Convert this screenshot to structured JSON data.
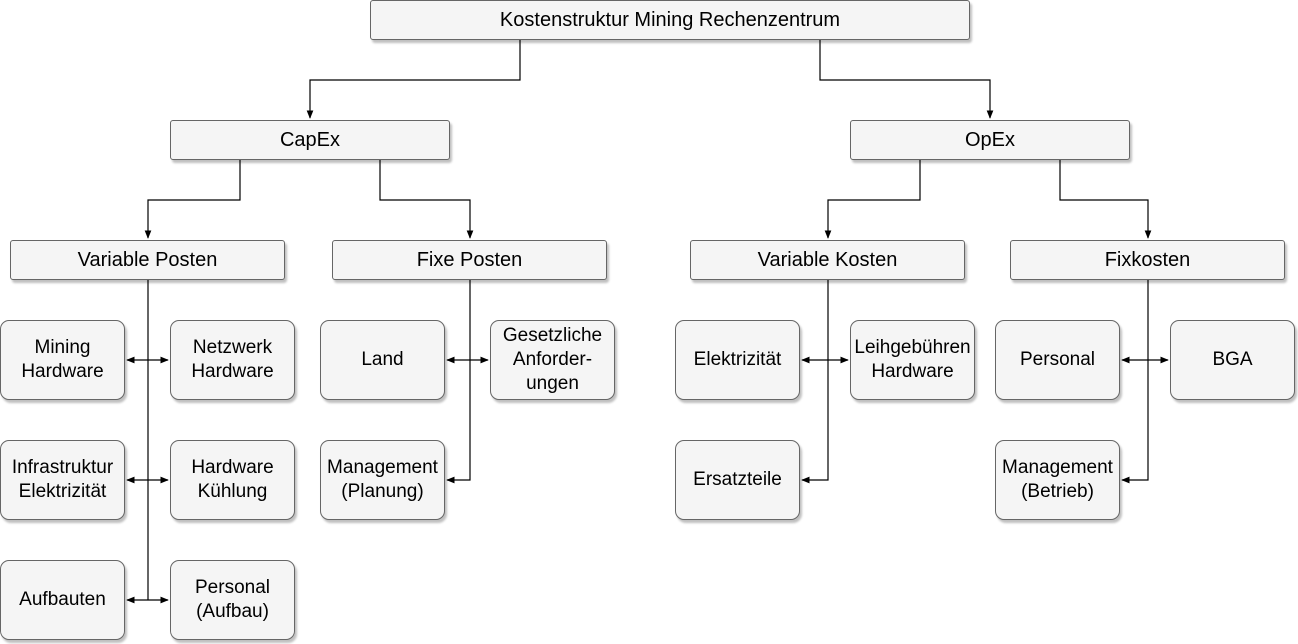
{
  "diagram": {
    "root": "Kostenstruktur Mining Rechenzentrum",
    "capex": {
      "label": "CapEx",
      "variable_posten": {
        "label": "Variable Posten",
        "items": [
          "Mining\nHardware",
          "Netzwerk\nHardware",
          "Infrastruktur\nElektrizität",
          "Hardware\nKühlung",
          "Aufbauten",
          "Personal\n(Aufbau)"
        ]
      },
      "fixe_posten": {
        "label": "Fixe Posten",
        "items": [
          "Land",
          "Gesetzliche\nAnforder-\nungen",
          "Management\n(Planung)"
        ]
      }
    },
    "opex": {
      "label": "OpEx",
      "variable_kosten": {
        "label": "Variable Kosten",
        "items": [
          "Elektrizität",
          "Leihgebühren\nHardware",
          "Ersatzteile"
        ]
      },
      "fixkosten": {
        "label": "Fixkosten",
        "items": [
          "Personal",
          "BGA",
          "Management\n(Betrieb)"
        ]
      }
    }
  }
}
